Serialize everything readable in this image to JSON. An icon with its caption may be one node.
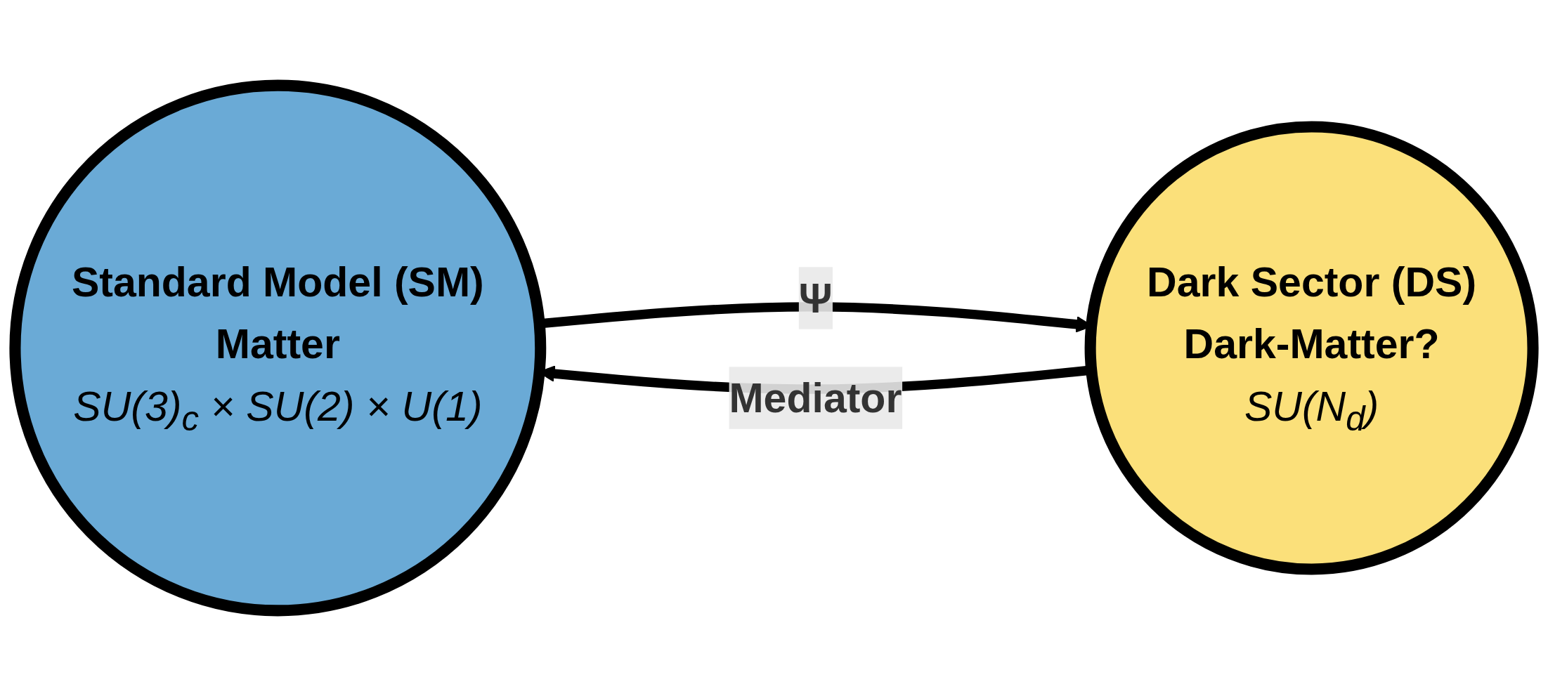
{
  "diagram": {
    "nodes": [
      {
        "text": [
          "Standard Model (SM)",
          "Matter",
          "SU(3)$_{c}$ × SU(2) × U(1)"
        ]
      },
      {
        "text": [
          "Dark Sector (DS)",
          "Dark-Matter?",
          "SU(N$_{d}$)"
        ]
      }
    ],
    "edges": [
      {
        "from": 0,
        "to": 1,
        "arrow": "to",
        "label": "Ψ"
      },
      {
        "from": 1,
        "to": 0,
        "arrow": "to",
        "label": "Mediator"
      }
    ]
  }
}
